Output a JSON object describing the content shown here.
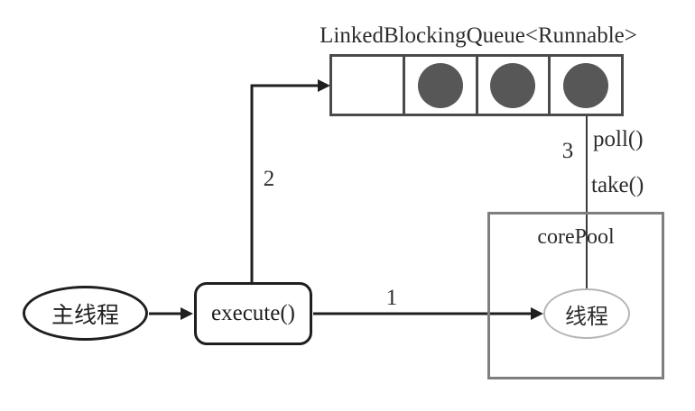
{
  "diagram": {
    "queue": {
      "title": "LinkedBlockingQueue<Runnable>",
      "cells_filled": [
        false,
        true,
        true,
        true
      ]
    },
    "nodes": {
      "main_thread": {
        "label": "主线程"
      },
      "execute": {
        "label": "execute()"
      },
      "core_pool": {
        "label": "corePool"
      },
      "thread": {
        "label": "线程"
      }
    },
    "edges": {
      "e1": {
        "label": "1"
      },
      "e2": {
        "label": "2"
      },
      "e3": {
        "label": "3",
        "poll_label": "poll()",
        "take_label": "take()"
      }
    },
    "colors": {
      "queue_border": "#4a4a4a",
      "task_circle": "#575757",
      "core_pool_border": "#7e7e7e",
      "thread_ellipse_border": "#b5b5b5",
      "arrow_primary": "#1f1f1f",
      "arrow_thin": "#3a3a3a",
      "background": "#ffffff"
    }
  }
}
